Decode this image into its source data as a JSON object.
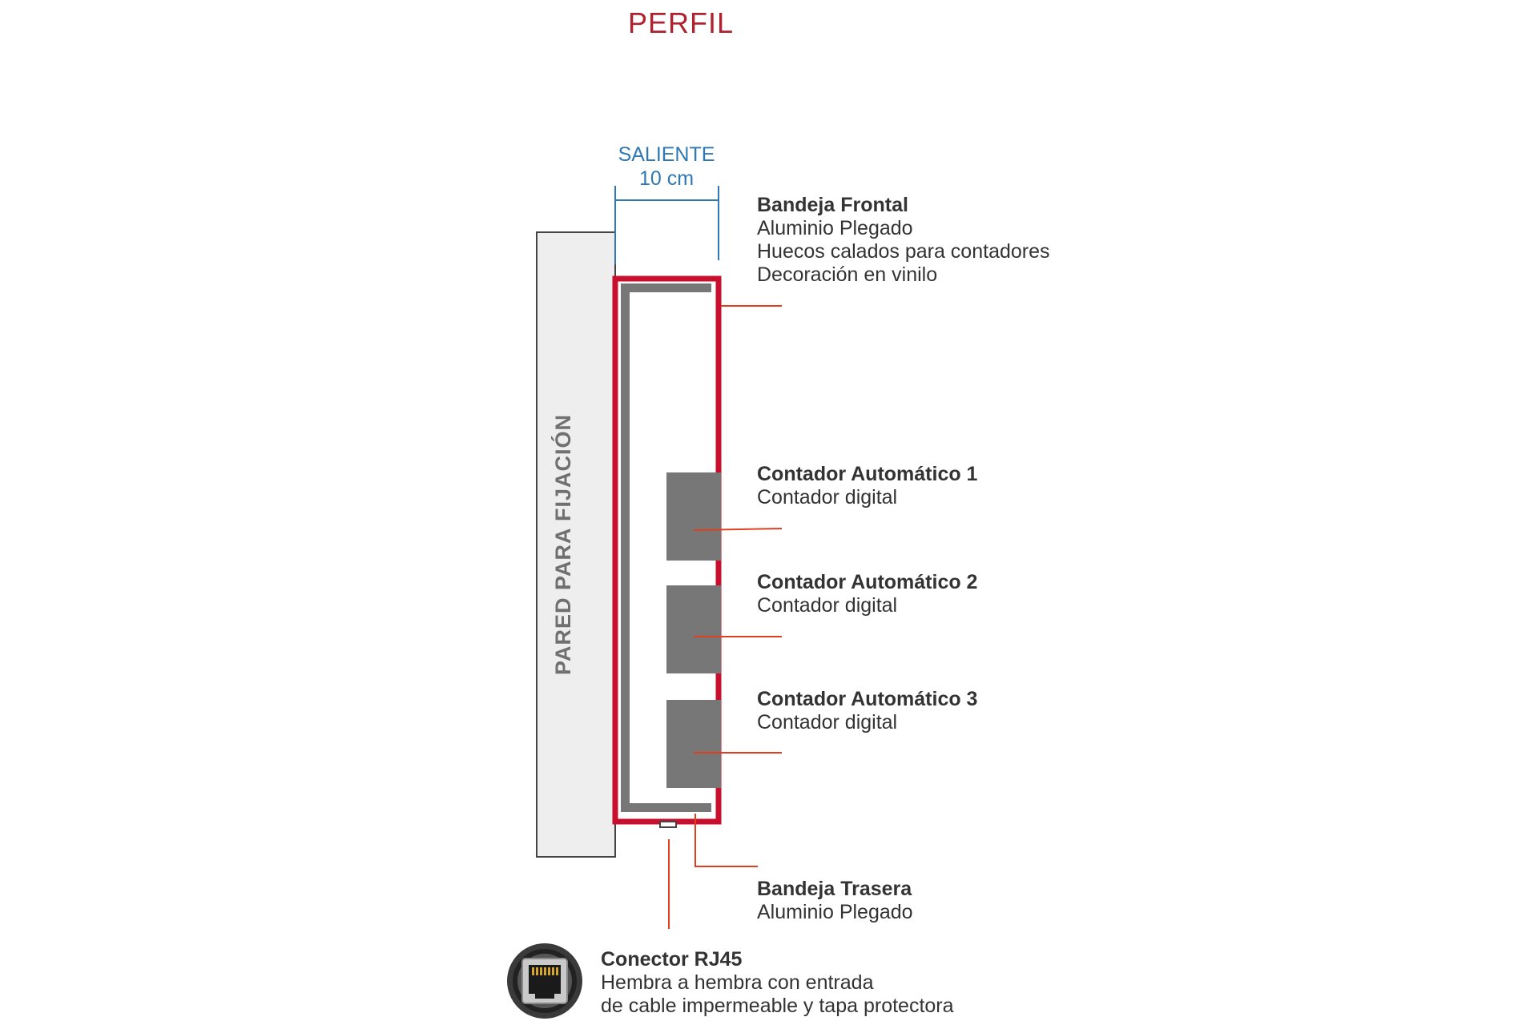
{
  "title": "PERFIL",
  "dimension": {
    "label": "SALIENTE",
    "value": "10 cm"
  },
  "wall_label": "PARED PARA FIJACIÓN",
  "callouts": {
    "front_tray": {
      "title": "Bandeja Frontal",
      "lines": [
        "Aluminio Plegado",
        "Huecos calados para contadores",
        "Decoración en vinilo"
      ]
    },
    "counter1": {
      "title": "Contador Automático 1",
      "lines": [
        "Contador digital"
      ]
    },
    "counter2": {
      "title": "Contador Automático 2",
      "lines": [
        "Contador digital"
      ]
    },
    "counter3": {
      "title": "Contador Automático 3",
      "lines": [
        "Contador digital"
      ]
    },
    "back_tray": {
      "title": "Bandeja Trasera",
      "lines": [
        "Aluminio Plegado"
      ]
    },
    "rj45": {
      "title": "Conector RJ45",
      "lines": [
        "Hembra a hembra con entrada",
        "de cable impermeable y tapa protectora"
      ]
    }
  },
  "colors": {
    "title": "#b0222f",
    "frame": "#c8102e",
    "leader": "#e0401e",
    "dimension": "#2f78b4",
    "wall": "#eeeeee",
    "inner_tray": "#777777",
    "counter": "#777777"
  },
  "icons": {
    "rj45": "rj45-connector-icon"
  }
}
